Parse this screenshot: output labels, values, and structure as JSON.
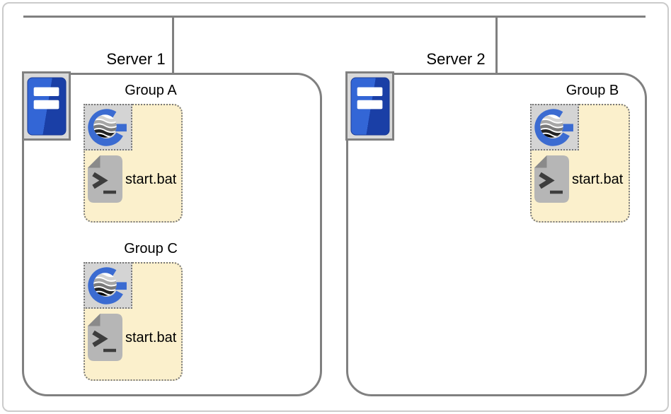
{
  "servers": [
    {
      "label": "Server 1"
    },
    {
      "label": "Server 2"
    }
  ],
  "groups": [
    {
      "label": "Group A",
      "script": "start.bat"
    },
    {
      "label": "Group B",
      "script": "start.bat"
    },
    {
      "label": "Group C",
      "script": "start.bat"
    }
  ],
  "icons": {
    "server": "server-tower-icon",
    "logo": "geoserver-logo-icon",
    "script": "batch-terminal-file-icon"
  },
  "colors": {
    "connector_gray": "#808080",
    "group_fill": "#fbf0cc",
    "dotted_border": "#787878",
    "tile_gray": "#d4d4d4",
    "plate_gray": "#d9d9d9",
    "logo_blue": "#3b6bd1",
    "server_blue_light": "#3366d6",
    "server_blue_dark": "#1a3fa6",
    "file_gray": "#b6b6b6"
  }
}
